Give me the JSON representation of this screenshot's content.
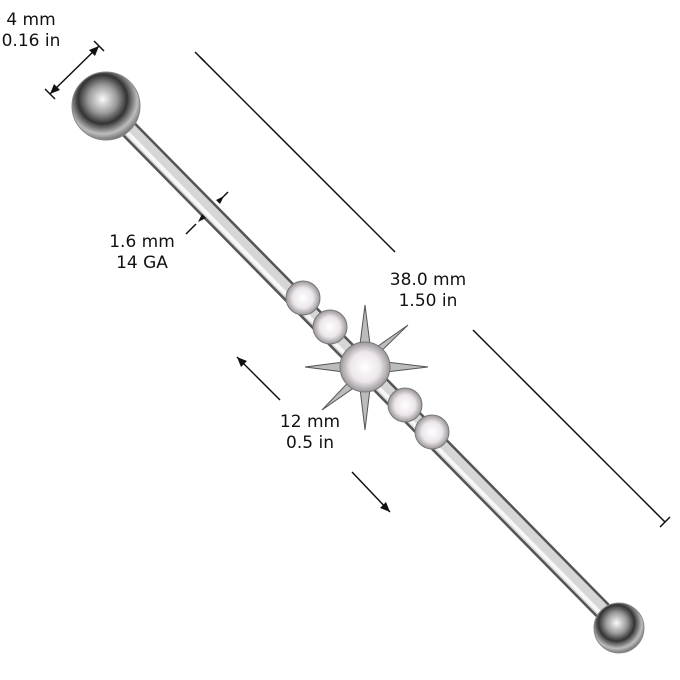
{
  "dimensions": {
    "ball": {
      "mm": "4 mm",
      "in": "0.16 in"
    },
    "gauge": {
      "mm": "1.6 mm",
      "ga": "14 GA"
    },
    "length": {
      "mm": "38.0 mm",
      "in": "1.50 in"
    },
    "ornament": {
      "mm": "12 mm",
      "in": "0.5 in"
    }
  },
  "colors": {
    "metal_dark": "#4a4a4a",
    "metal_light": "#e8e8e8",
    "line": "#111111",
    "gem": "#f2eef0"
  }
}
